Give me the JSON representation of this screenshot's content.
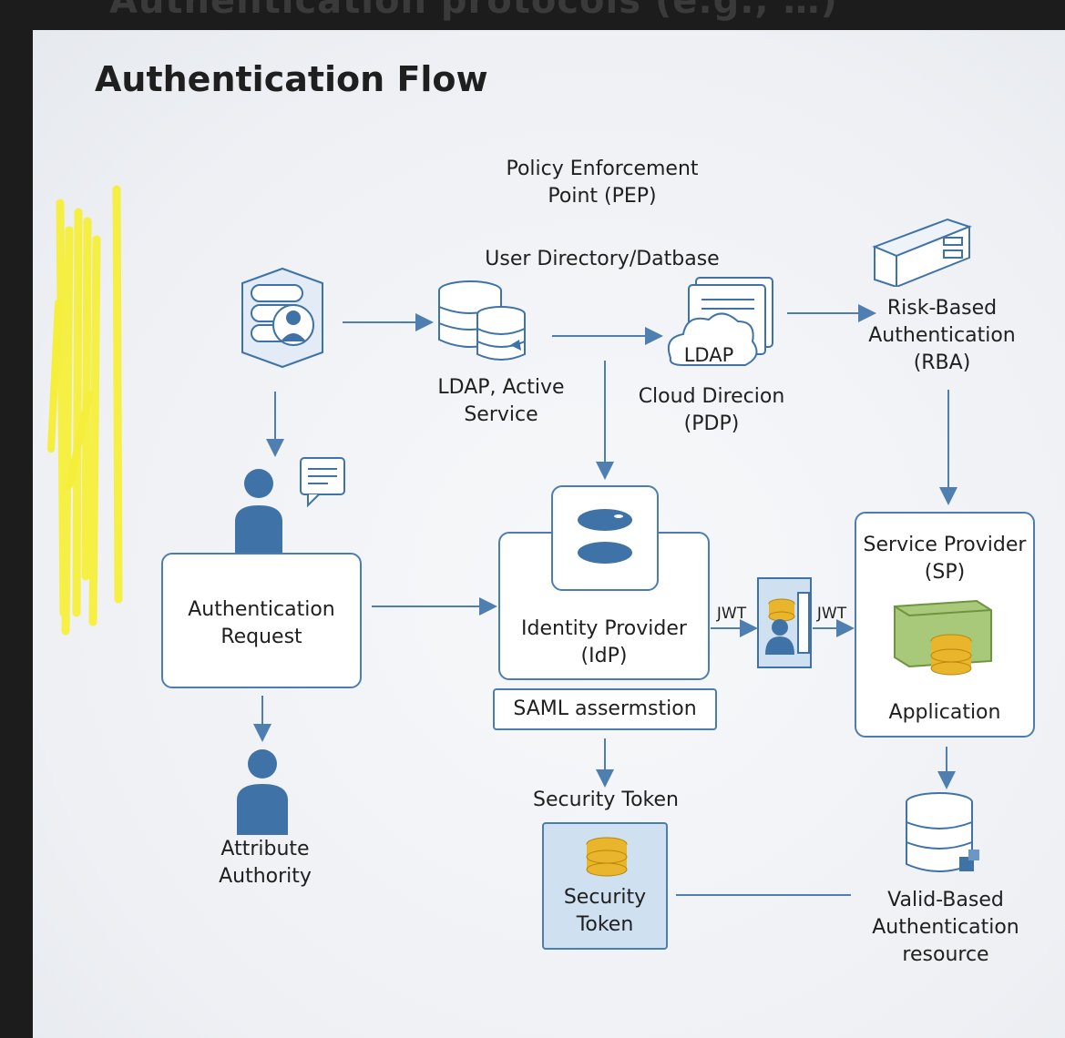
{
  "header_ghost": "Authentication protocols (e.g., …)",
  "title": "Authentication Flow",
  "nodes": {
    "pep": "Policy Enforcement\nPoint (PEP)",
    "user_directory": "User Directory/Datbase",
    "ldap_active": "LDAP, Active\nService",
    "ldap_badge": "LDAP",
    "cloud_direction": "Cloud Direcion\n(PDP)",
    "rba": "Risk-Based\nAuthentication\n(RBA)",
    "auth_request": "Authentication\nRequest",
    "idp": "Identity Provider\n(IdP)",
    "saml": "SAML assermstion",
    "jwt_left": "JWT",
    "jwt_right": "JWT",
    "sp": "Service Provider\n(SP)",
    "application": "Application",
    "attribute_authority": "Attribute\nAuthority",
    "security_token_label": "Security Token",
    "security_token_box": "Security\nToken",
    "valid_based": "Valid-Based\nAuthentication\nresource"
  },
  "colors": {
    "accent": "#3f73a8",
    "box_border": "#4b7db0",
    "arrow": "#4e7fb0",
    "gold": "#e9b52c",
    "highlight": "#f5ee3a",
    "green": "#7fa84e"
  }
}
